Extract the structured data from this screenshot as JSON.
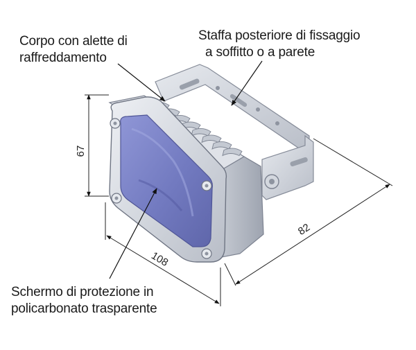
{
  "labels": {
    "body_fins": [
      "Corpo con alette di",
      "raffreddamento"
    ],
    "bracket": [
      "Staffa posteriore di fissaggio",
      "a soffitto o a parete"
    ],
    "screen": [
      "Schermo di protezione in",
      "policarbonato trasparente"
    ]
  },
  "dimensions": {
    "height": "67",
    "width": "108",
    "depth": "82"
  },
  "colors": {
    "housing": "#d9dde4",
    "housing_edge": "#7c8290",
    "screen": "#7a82c4",
    "screen_dark": "#5c63a8",
    "leader": "#111111"
  }
}
